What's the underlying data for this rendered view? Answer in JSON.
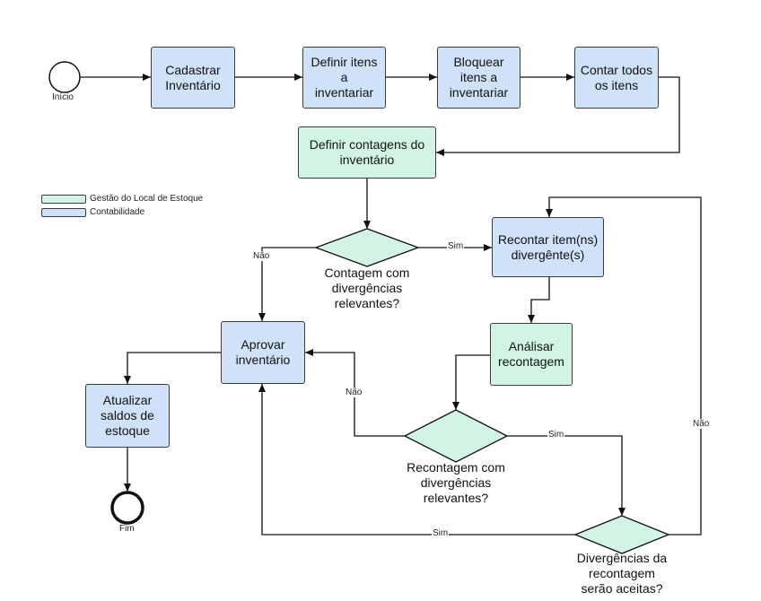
{
  "nodes": {
    "inicio": "Início",
    "fim": "Fim",
    "cadastrar": "Cadastrar\nInventário",
    "definir_itens": "Definir itens a\ninventariar",
    "bloquear": "Bloquear\nitens a\ninventariar",
    "contar": "Contar todos\nos itens",
    "definir_contagens": "Definir contagens do\ninventário",
    "recontar": "Recontar item(ns)\ndivergênte(s)",
    "analisar": "Análisar\nrecontagem",
    "aprovar": "Aprovar\ninventário",
    "atualizar": "Atualizar\nsaldos de\nestoque"
  },
  "decisions": {
    "d1": "Contagem com\ndivergências\nrelevantes?",
    "d2": "Recontagem com\ndivergências\nrelevantes?",
    "d3": "Divergências da\nrecontagem\nserão aceitas?"
  },
  "edge_labels": {
    "d1_sim": "Sim",
    "d1_nao": "Não",
    "d2_nao": "Não",
    "d2_sim": "Sim",
    "d3_sim": "Sim",
    "d3_nao": "Não"
  },
  "legend": {
    "green": "Gestão do Local de Estoque",
    "blue": "Contabilidade"
  },
  "colors": {
    "blue_fill": "#cfe2f9",
    "green_fill": "#d2f5e3",
    "stroke": "#1a1a1a"
  }
}
